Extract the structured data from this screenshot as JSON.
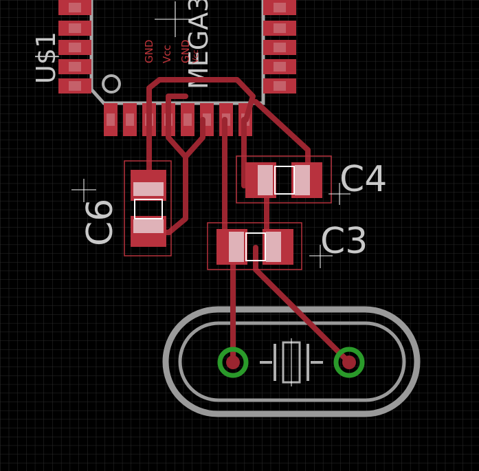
{
  "canvas": {
    "background": "#000000",
    "grid_color": "#2e2e2e",
    "grid_style": "dotted fine grid"
  },
  "colors": {
    "top_copper": "#9b2530",
    "top_copper_pad": "#b8323e",
    "pad_highlight": "#e8c8cc",
    "silkscreen": "#b0b0b0",
    "package_outline": "#b8323e",
    "via_ring": "#2a9a2a",
    "origin_marker": "#ffffff"
  },
  "components": {
    "u1": {
      "name": "U$1",
      "value": "MEGA3"
    },
    "c6": {
      "name": "C6"
    },
    "c4": {
      "name": "C4"
    },
    "c3": {
      "name": "C3"
    },
    "crystal": {
      "icon": "crystal-oscillator-icon"
    }
  },
  "pin_labels": {
    "gnd_1": "GND",
    "vcc": "Vcc",
    "gnd_2": "GND",
    "vcc_2": "Vcc"
  }
}
